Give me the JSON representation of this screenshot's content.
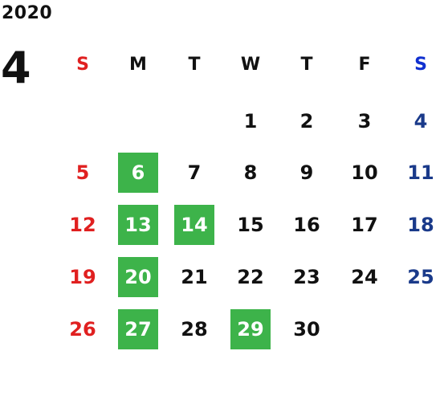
{
  "calendar": {
    "year": "2020",
    "month": "4",
    "weekdays": [
      "S",
      "M",
      "T",
      "W",
      "T",
      "F",
      "S"
    ],
    "days": [
      {
        "label": "1",
        "col": 3,
        "row": 0,
        "hl": false
      },
      {
        "label": "2",
        "col": 4,
        "row": 0,
        "hl": false
      },
      {
        "label": "3",
        "col": 5,
        "row": 0,
        "hl": false
      },
      {
        "label": "4",
        "col": 6,
        "row": 0,
        "hl": false
      },
      {
        "label": "5",
        "col": 0,
        "row": 1,
        "hl": false
      },
      {
        "label": "6",
        "col": 1,
        "row": 1,
        "hl": true
      },
      {
        "label": "7",
        "col": 2,
        "row": 1,
        "hl": false
      },
      {
        "label": "8",
        "col": 3,
        "row": 1,
        "hl": false
      },
      {
        "label": "9",
        "col": 4,
        "row": 1,
        "hl": false
      },
      {
        "label": "10",
        "col": 5,
        "row": 1,
        "hl": false
      },
      {
        "label": "11",
        "col": 6,
        "row": 1,
        "hl": false
      },
      {
        "label": "12",
        "col": 0,
        "row": 2,
        "hl": false
      },
      {
        "label": "13",
        "col": 1,
        "row": 2,
        "hl": true
      },
      {
        "label": "14",
        "col": 2,
        "row": 2,
        "hl": true
      },
      {
        "label": "15",
        "col": 3,
        "row": 2,
        "hl": false
      },
      {
        "label": "16",
        "col": 4,
        "row": 2,
        "hl": false
      },
      {
        "label": "17",
        "col": 5,
        "row": 2,
        "hl": false
      },
      {
        "label": "18",
        "col": 6,
        "row": 2,
        "hl": false
      },
      {
        "label": "19",
        "col": 0,
        "row": 3,
        "hl": false
      },
      {
        "label": "20",
        "col": 1,
        "row": 3,
        "hl": true
      },
      {
        "label": "21",
        "col": 2,
        "row": 3,
        "hl": false
      },
      {
        "label": "22",
        "col": 3,
        "row": 3,
        "hl": false
      },
      {
        "label": "23",
        "col": 4,
        "row": 3,
        "hl": false
      },
      {
        "label": "24",
        "col": 5,
        "row": 3,
        "hl": false
      },
      {
        "label": "25",
        "col": 6,
        "row": 3,
        "hl": false
      },
      {
        "label": "26",
        "col": 0,
        "row": 4,
        "hl": false
      },
      {
        "label": "27",
        "col": 1,
        "row": 4,
        "hl": true
      },
      {
        "label": "28",
        "col": 2,
        "row": 4,
        "hl": false
      },
      {
        "label": "29",
        "col": 3,
        "row": 4,
        "hl": true
      },
      {
        "label": "30",
        "col": 4,
        "row": 4,
        "hl": false
      }
    ]
  },
  "colors": {
    "text": "#111111",
    "sunday": "#e02020",
    "saturday_header": "#1030d0",
    "saturday": "#1a3a8a",
    "highlight_bg": "#3db34a",
    "highlight_text": "#ffffff"
  }
}
